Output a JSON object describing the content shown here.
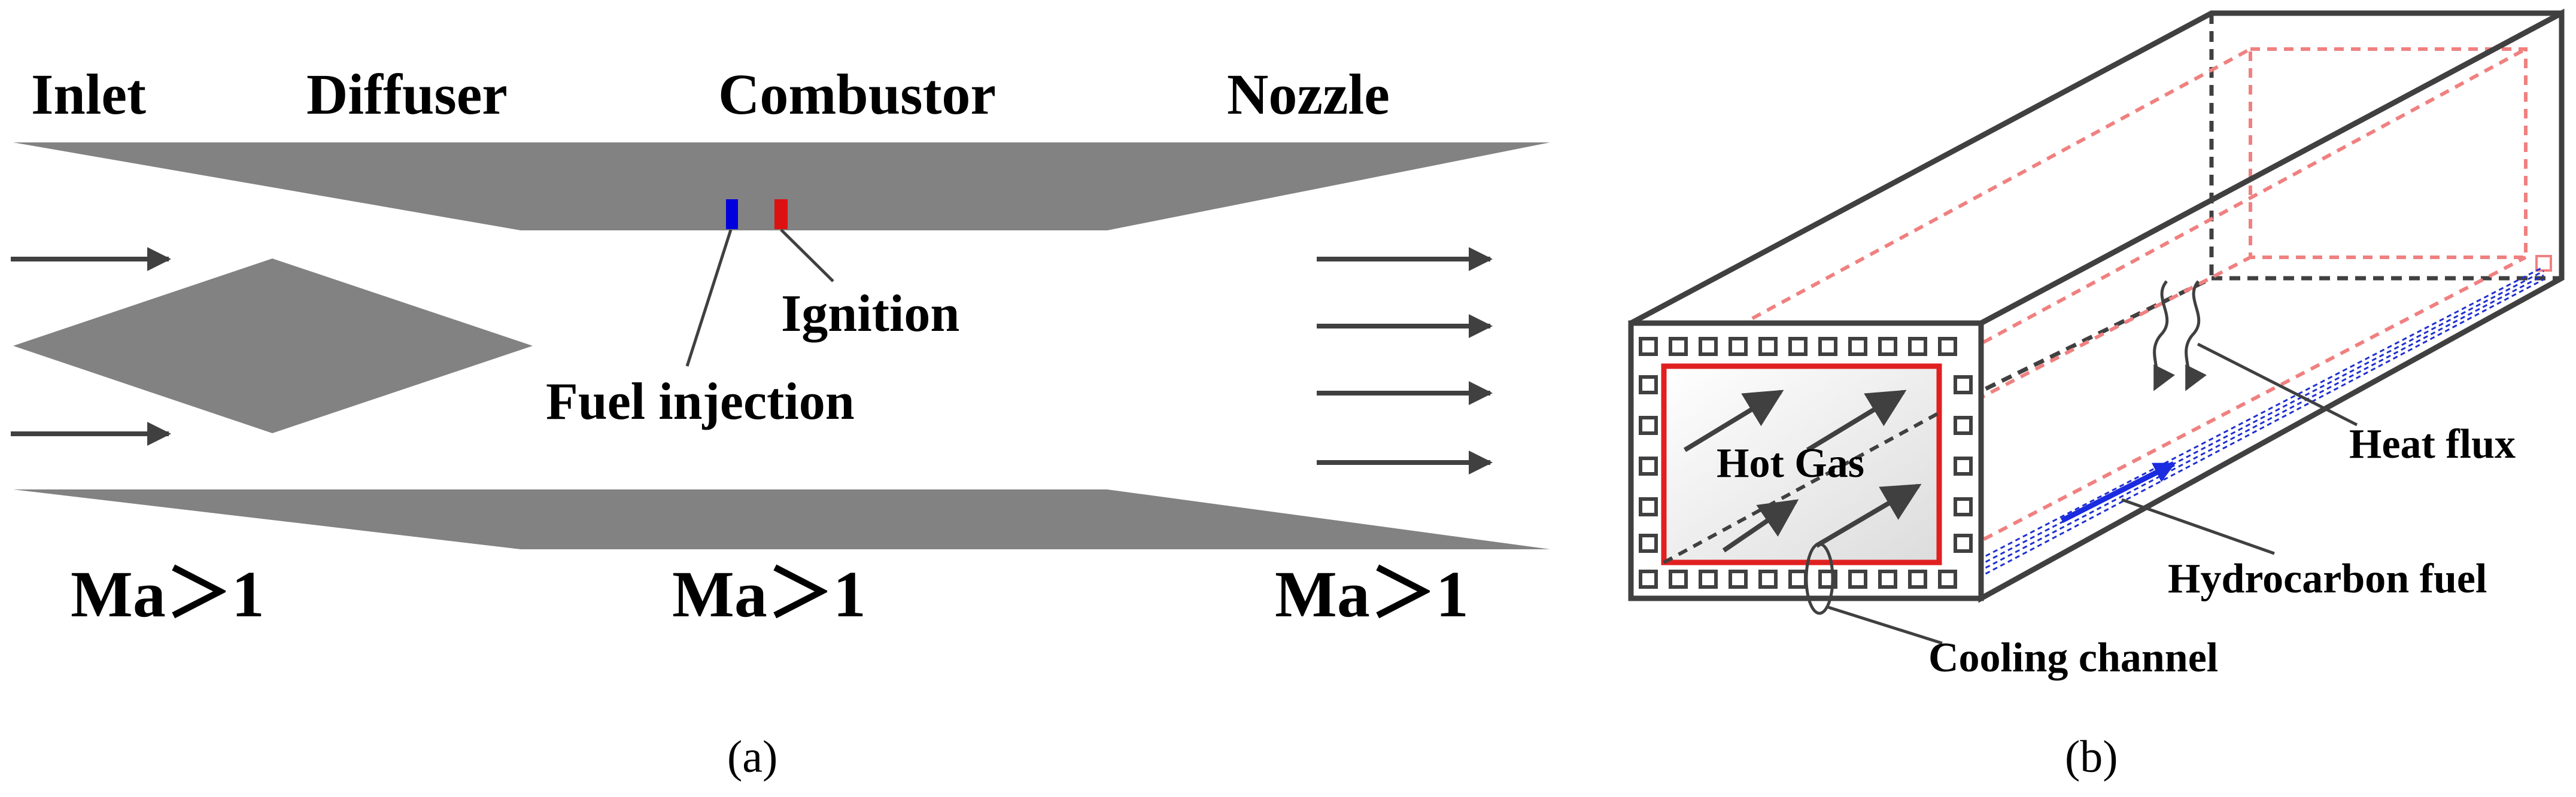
{
  "panel_a": {
    "section_labels": {
      "inlet": "Inlet",
      "diffuser": "Diffuser",
      "combustor": "Combustor",
      "nozzle": "Nozzle"
    },
    "annotations": {
      "ignition": "Ignition",
      "fuel_injection": "Fuel injection"
    },
    "mach_labels": [
      "Ma＞1",
      "Ma＞1",
      "Ma＞1"
    ],
    "caption": "(a)"
  },
  "panel_b": {
    "labels": {
      "hot_gas": "Hot Gas",
      "heat_flux": "Heat flux",
      "hydrocarbon_fuel": "Hydrocarbon fuel",
      "cooling_channel": "Cooling channel"
    },
    "caption": "(b)"
  },
  "colors": {
    "wall_fill": "#828282",
    "fuel_injector": "#0000dd",
    "igniter": "#dd1111",
    "arrow": "#404040",
    "hot_gas_border": "#e02020",
    "hidden_edge_red": "#f08080",
    "fuel_lines": "#2030d0",
    "box_edge": "#404040"
  }
}
